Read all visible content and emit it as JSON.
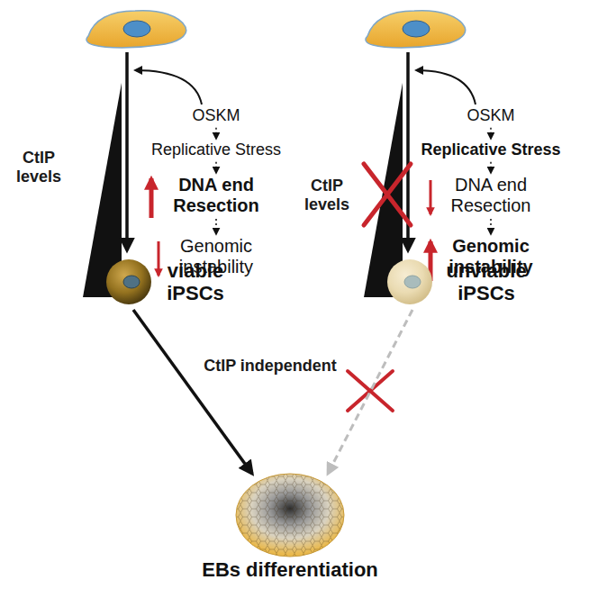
{
  "diagram": {
    "nodes": [
      {
        "text": [
          "OSKM"
        ]
      },
      {
        "text": [
          "Replicative Stress"
        ]
      },
      {
        "text": [
          "DNA end Resection"
        ]
      },
      {
        "text": [
          "Genomic instability"
        ]
      },
      {
        "text": [
          "viable iPSCs"
        ]
      },
      {
        "text": [
          "OSKM"
        ]
      },
      {
        "text": [
          "Replicative Stress"
        ]
      },
      {
        "text": [
          "DNA end Resection"
        ]
      },
      {
        "text": [
          "Genomic instability"
        ]
      },
      {
        "text": [
          "unviable iPSCs"
        ]
      },
      {
        "text": [
          "EBs differentiation"
        ]
      }
    ],
    "edges": [
      {
        "from": 0,
        "to": 1,
        "arrow": "to"
      },
      {
        "from": 1,
        "to": 2,
        "arrow": "to"
      },
      {
        "from": 2,
        "to": 3,
        "arrow": "to"
      },
      {
        "from": 5,
        "to": 6,
        "arrow": "to"
      },
      {
        "from": 6,
        "to": 7,
        "arrow": "to"
      },
      {
        "from": 7,
        "to": 8,
        "arrow": "to"
      },
      {
        "from": 4,
        "to": 10,
        "arrow": "to"
      },
      {
        "from": 9,
        "to": 10,
        "label": "CtIP independent",
        "arrow": "to"
      }
    ],
    "labels": [
      "CtIP levels",
      "CtIP levels"
    ]
  }
}
